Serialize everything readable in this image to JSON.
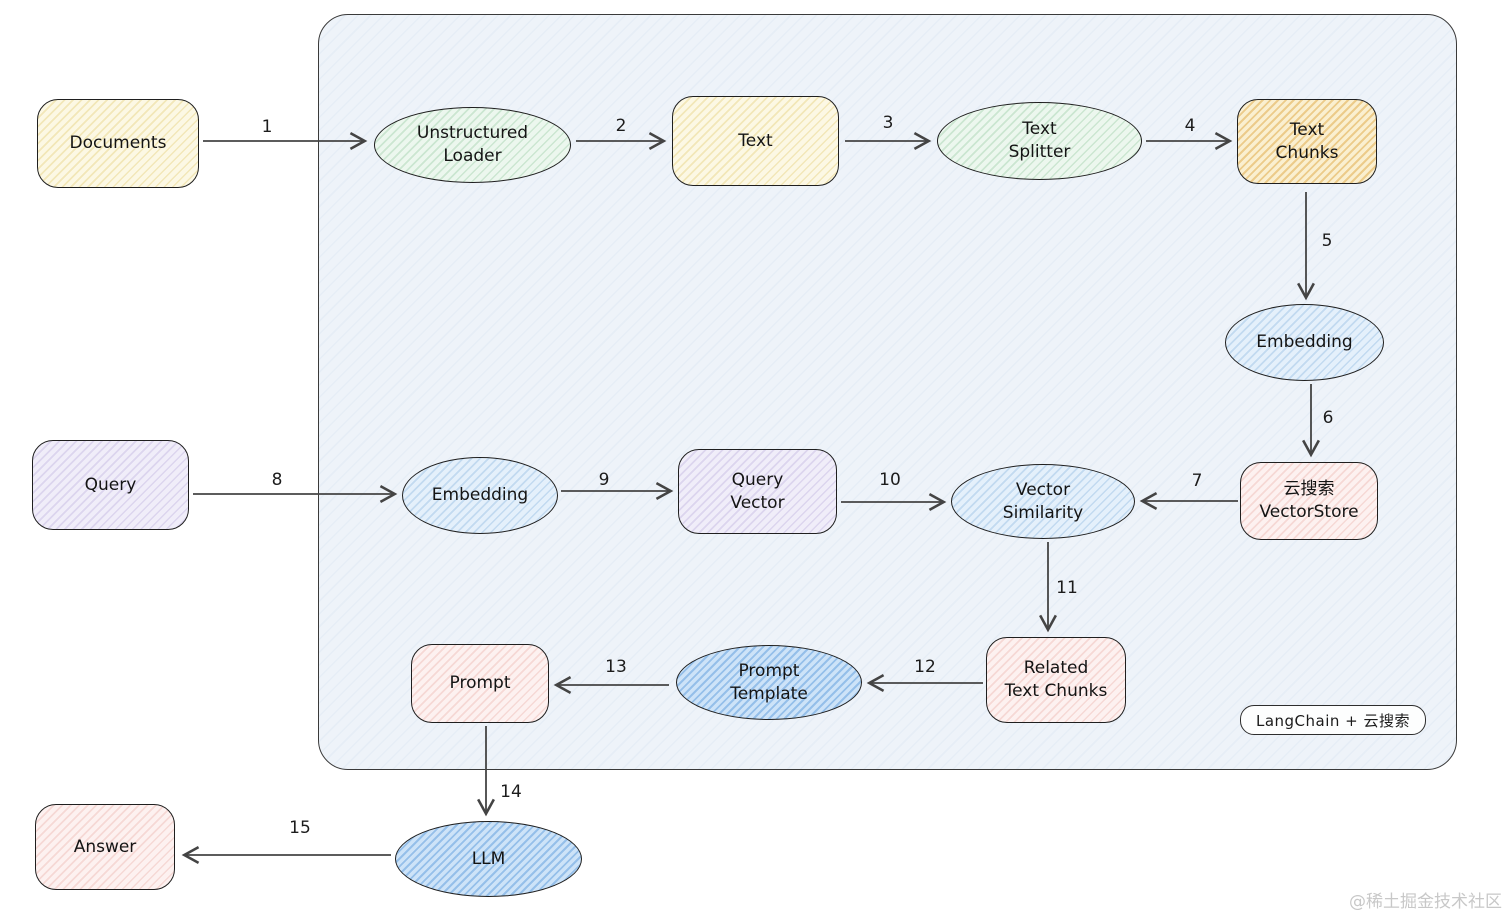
{
  "diagram": {
    "frame_badge": "LangChain + 云搜索",
    "watermark": "@稀土掘金技术社区",
    "nodes": {
      "documents": "Documents",
      "unstructured_loader": "Unstructured\nLoader",
      "text": "Text",
      "text_splitter": "Text\nSplitter",
      "text_chunks": "Text\nChunks",
      "embedding_index": "Embedding",
      "vectorstore": "云搜索\nVectorStore",
      "query": "Query",
      "embedding_query": "Embedding",
      "query_vector": "Query\nVector",
      "vector_similarity": "Vector\nSimilarity",
      "related_text_chunks": "Related\nText Chunks",
      "prompt_template": "Prompt\nTemplate",
      "prompt": "Prompt",
      "llm": "LLM",
      "answer": "Answer"
    },
    "edge_labels": {
      "e1": "1",
      "e2": "2",
      "e3": "3",
      "e4": "4",
      "e5": "5",
      "e6": "6",
      "e7": "7",
      "e8": "8",
      "e9": "9",
      "e10": "10",
      "e11": "11",
      "e12": "12",
      "e13": "13",
      "e14": "14",
      "e15": "15"
    }
  }
}
